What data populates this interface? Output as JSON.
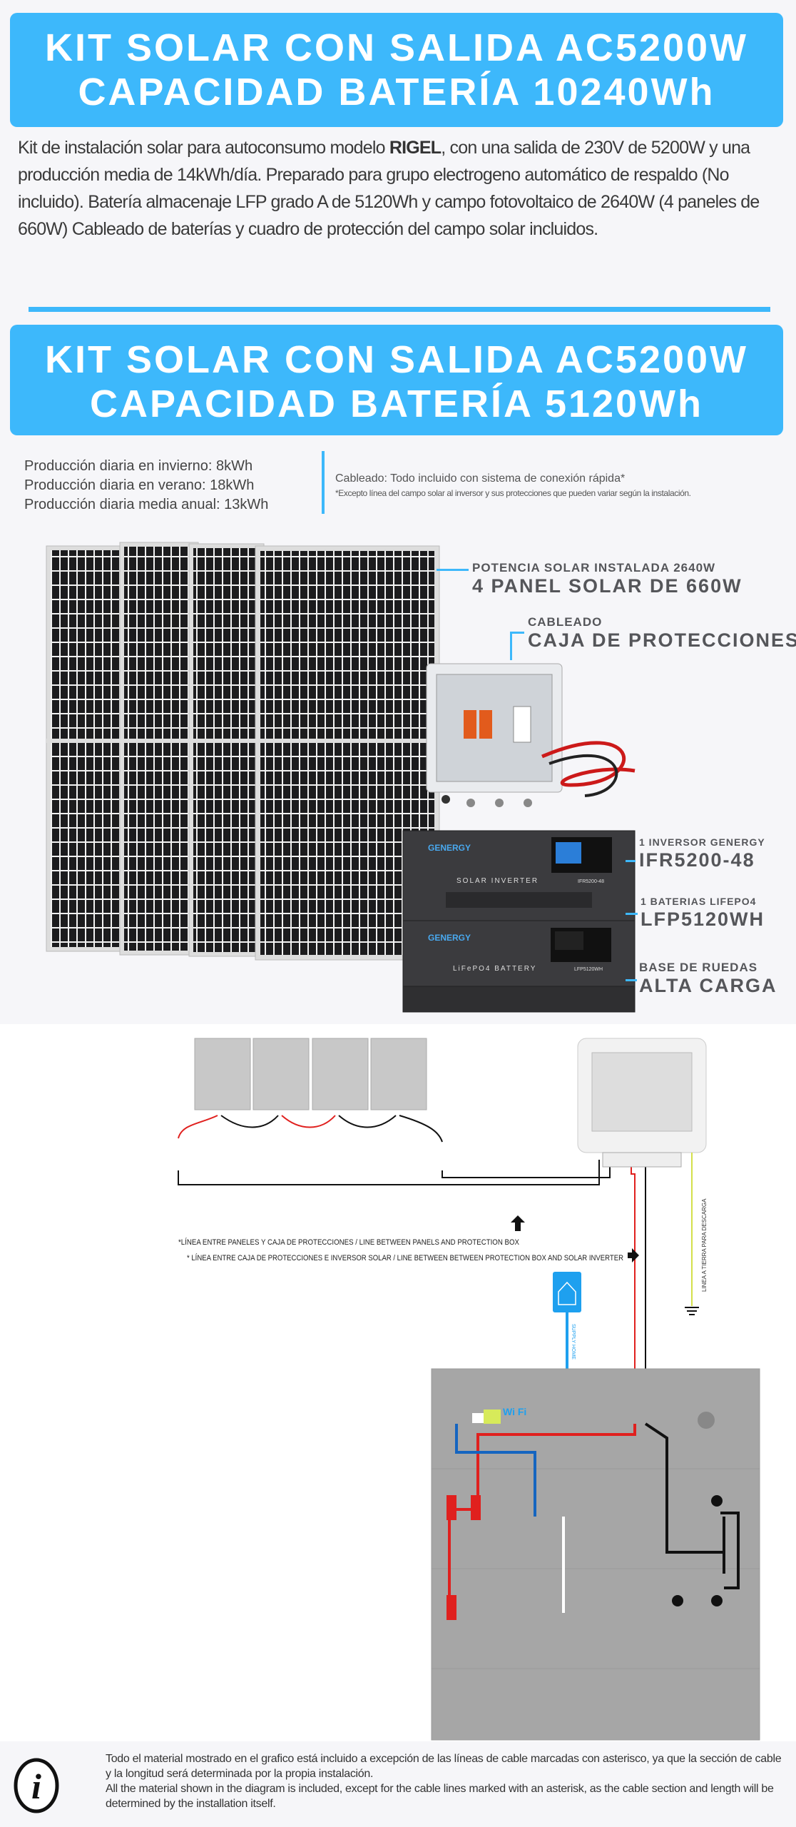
{
  "banner_top": {
    "line1": "KIT SOLAR CON SALIDA AC5200W",
    "line2": "CAPACIDAD BATERÍA 10240Wh"
  },
  "intro": {
    "part1": "Kit de  instalación solar  para autoconsumo  modelo ",
    "model": "RIGEL",
    "part2": ",  con  una salida de 230V  de  5200W  y  una  producción  media  de  14kWh/día. Preparado para grupo electrogeno automático de respaldo (No incluido). Batería almacenaje LFP  grado A  de  5120Wh  y  campo  fotovoltaico de 2640W (4 paneles de 660W) Cableado de baterías y cuadro de protección del campo solar incluidos."
  },
  "banner_second": {
    "line1": "KIT SOLAR CON SALIDA AC5200W",
    "line2": "CAPACIDAD BATERÍA 5120Wh"
  },
  "production": [
    "Producción diaria en invierno: 8kWh",
    "Producción diaria en verano: 18kWh",
    "Producción diaria media anual: 13kWh"
  ],
  "cabling": {
    "main": "Cableado: Todo incluido con sistema de conexión rápida*",
    "note": "*Excepto línea del campo solar al inversor y sus protecciones que pueden variar según la instalación."
  },
  "components": {
    "panels": {
      "small": "POTENCIA SOLAR INSTALADA 2640W",
      "large": "4 PANEL SOLAR DE 660W"
    },
    "box": {
      "small": "CABLEADO",
      "large": "CAJA DE PROTECCIONES"
    },
    "inverter": {
      "small": "1 INVERSOR GENERGY",
      "large": "IFR5200-48",
      "brand": "GENERGY",
      "product": "SOLAR INVERTER",
      "model": "IFR5200-48"
    },
    "battery": {
      "small": "1 BATERIAS LIFEPO4",
      "large": "LFP5120WH",
      "brand": "GENERGY",
      "product": "LiFePO4 BATTERY",
      "model": "LFP5120WH"
    },
    "base": {
      "small": "BASE DE RUEDAS",
      "large": "ALTA CARGA"
    }
  },
  "diagram": {
    "note_panels": "*LÍNEA ENTRE PANELES Y CAJA DE PROTECCIONES / LINE BETWEEN  PANELS AND PROTECTION BOX",
    "note_inverter": "* LÍNEA ENTRE CAJA DE PROTECCIONES E INVERSOR SOLAR / LINE BETWEEN  BETWEEN PROTECTION BOX AND SOLAR INVERTER",
    "ground_label": "LINEA A TIERRA PARA DESCARGA",
    "home_label": "SUPPLY HOME",
    "wifi_label": "Wi Fi"
  },
  "footer": {
    "es": "Todo el material mostrado en el grafico está incluido a excepción de las líneas de cable marcadas con asterisco, ya que la sección de cable y la longitud será determinada por la propia instalación.",
    "en": "All the material shown in the diagram is included, except for the cable lines marked with an asterisk, as the cable section and length will be determined by the installation itself."
  },
  "colors": {
    "accent": "#3db8fb",
    "text": "#55565a",
    "wire_red": "#e0201e",
    "wire_black": "#111111",
    "ground": "#d4e04a"
  }
}
